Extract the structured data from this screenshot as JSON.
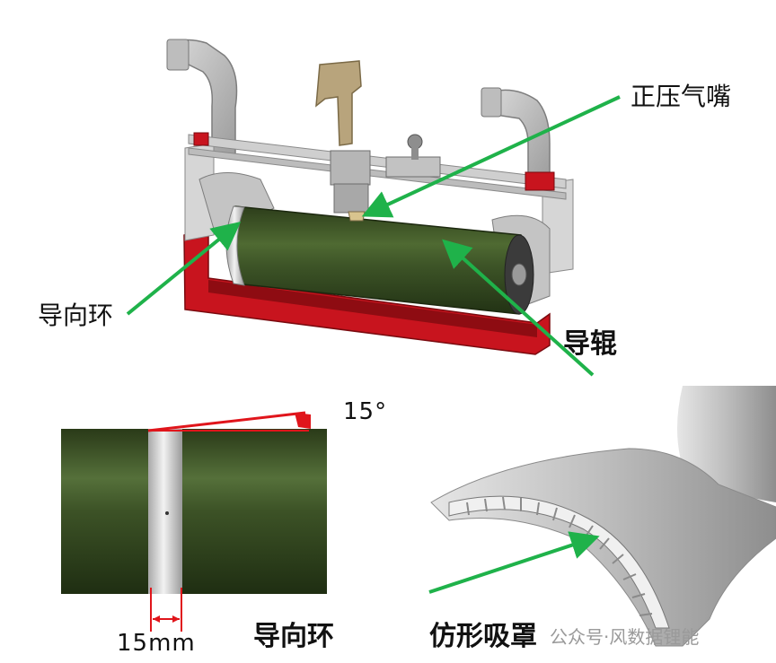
{
  "labels": {
    "nozzle": "正压气嘴",
    "guide_ring_top": "导向环",
    "guide_roller": "导辊",
    "angle": "15°",
    "width_dim": "15mm",
    "guide_ring_bottom": "导向环",
    "suction_hood": "仿形吸罩"
  },
  "watermark": "公众号·风数据锂能",
  "colors": {
    "arrow": "#1fb24a",
    "frame_red": "#c8141e",
    "roller_green": "#3c5226",
    "frame_grey": "#c9c9c9",
    "dim_red": "#e0151b"
  }
}
